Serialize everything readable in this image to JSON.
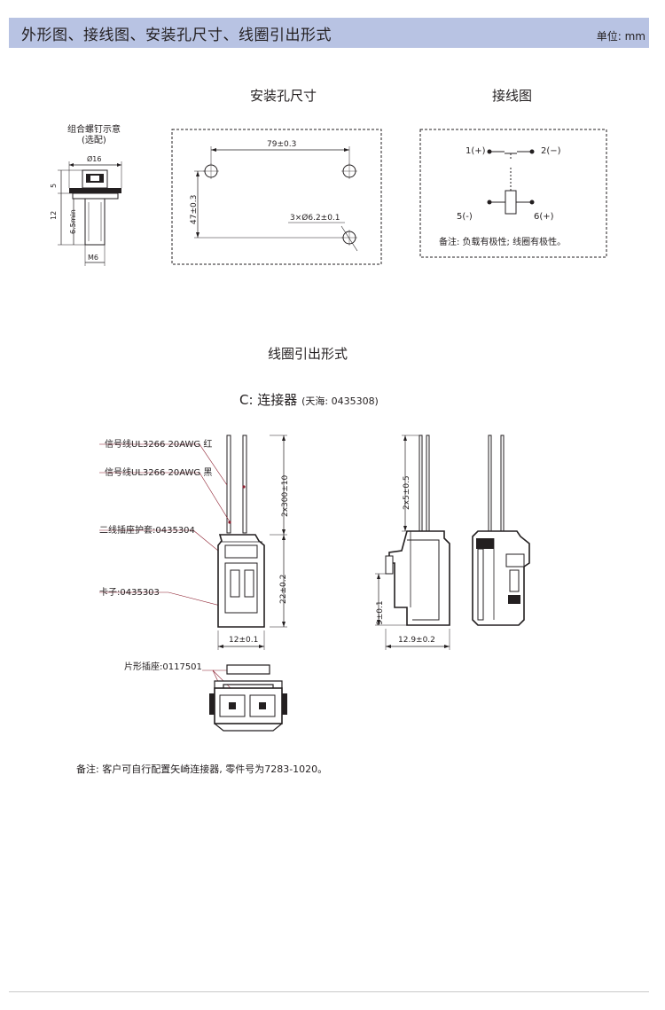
{
  "header": {
    "title": "外形图、接线图、安装孔尺寸、线圈引出形式",
    "unit": "单位: mm"
  },
  "screw": {
    "title_line1": "组合螺钉示意",
    "title_line2": "(选配)",
    "dim_diameter": "Ø16",
    "dim_5": "5",
    "dim_12": "12",
    "dim_min": "6.5min",
    "dim_thread": "M6"
  },
  "mounting": {
    "title": "安装孔尺寸",
    "dim_width": "79±0.3",
    "dim_height": "47±0.3",
    "dim_holes": "3×Ø6.2±0.1"
  },
  "wiring": {
    "title": "接线图",
    "pin1": "1(+)",
    "pin2": "2(−)",
    "pin5": "5(-)",
    "pin6": "6(+)",
    "note": "备注: 负载有极性; 线圈有极性。"
  },
  "coil": {
    "title": "线圈引出形式",
    "connector_prefix": "C: 连接器",
    "connector_detail": "(天海: 0435308)",
    "label_red": "信号线UL3266 20AWG 红",
    "label_black": "信号线UL3266 20AWG 黑",
    "label_sleeve": "二线插座护套:0435304",
    "label_clip": "卡子:0435303",
    "label_socket": "片形插座:0117501",
    "dim_lead": "2x300±10",
    "dim_22": "22±0.2",
    "dim_12": "12±0.1",
    "dim_2x5": "2x5±0.5",
    "dim_9": "9±0.1",
    "dim_12_9": "12.9±0.2"
  },
  "footer": {
    "note": "备注: 客户可自行配置矢崎连接器, 零件号为7283-1020。"
  }
}
